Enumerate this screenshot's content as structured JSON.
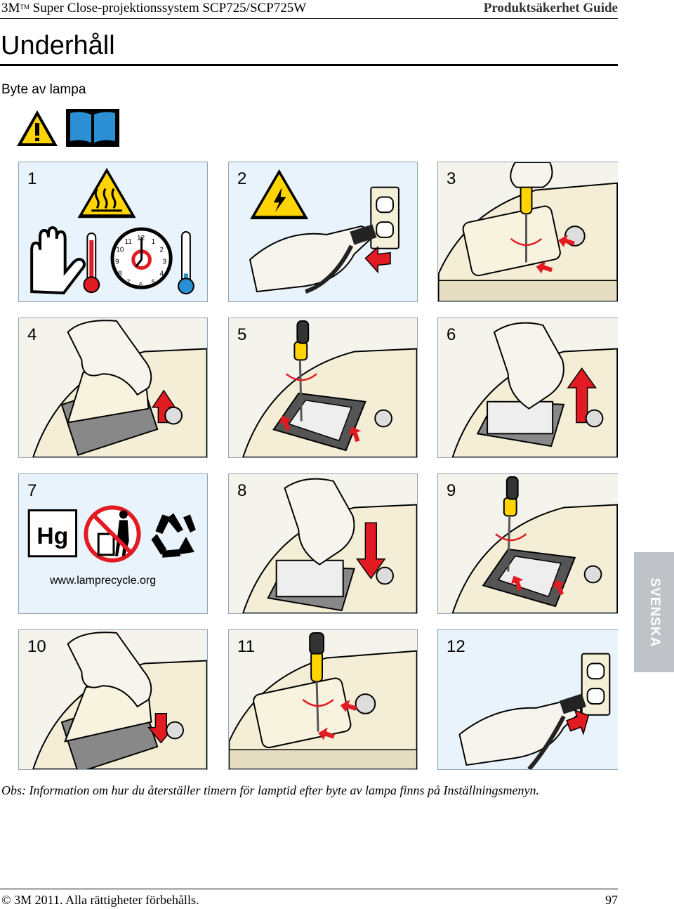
{
  "header": {
    "brand": "3M",
    "trademark": "TM",
    "product": "Super Close-projektionssystem SCP725/SCP725W",
    "guide": "Produktsäkerhet Guide"
  },
  "title": "Underhåll",
  "subtitle": "Byte av lampa",
  "top_icons": [
    "warning-triangle-icon",
    "manual-book-icon"
  ],
  "steps": [
    {
      "num": "1",
      "icons": [
        "hot-surface-icon",
        "hand-stop-icon",
        "hot-thermometer-icon",
        "clock-icon",
        "cold-thermometer-icon"
      ],
      "clock_numbers": [
        "12",
        "1",
        "2",
        "3",
        "4",
        "5",
        "6",
        "7",
        "8",
        "9",
        "10",
        "11"
      ]
    },
    {
      "num": "2",
      "icons": [
        "high-voltage-icon",
        "hand-unplug-icon",
        "wall-outlet-icon"
      ]
    },
    {
      "num": "3",
      "icons": [
        "screwdriver-icon",
        "projector-cover-icon"
      ]
    },
    {
      "num": "4",
      "icons": [
        "hand-lift-cover-icon",
        "arrow-up-icon"
      ]
    },
    {
      "num": "5",
      "icons": [
        "screwdriver-icon",
        "lamp-module-icon"
      ]
    },
    {
      "num": "6",
      "icons": [
        "hand-remove-lamp-icon",
        "arrow-up-icon"
      ]
    },
    {
      "num": "7",
      "icons": [
        "mercury-icon",
        "no-trash-icon",
        "recycle-icon"
      ],
      "mercury_label": "Hg",
      "url": "www.lamprecycle.org"
    },
    {
      "num": "8",
      "icons": [
        "hand-insert-lamp-icon",
        "arrow-down-icon"
      ]
    },
    {
      "num": "9",
      "icons": [
        "screwdriver-icon",
        "lamp-module-icon"
      ]
    },
    {
      "num": "10",
      "icons": [
        "hand-close-cover-icon",
        "arrow-down-icon"
      ]
    },
    {
      "num": "11",
      "icons": [
        "screwdriver-icon",
        "projector-cover-icon"
      ]
    },
    {
      "num": "12",
      "icons": [
        "hand-plug-icon",
        "wall-outlet-icon"
      ]
    }
  ],
  "side_tab": "SVENSKA",
  "note": "Obs: Information om hur du återställer timern för lamptid efter byte av lampa finns på Inställningsmenyn.",
  "footer": {
    "copyright": "© 3M 2011. Alla rättigheter förbehålls.",
    "page": "97"
  },
  "colors": {
    "panel_bg": "#e9f3fb",
    "warning_yellow": "#ffd400",
    "arrow_red": "#e21b23",
    "manual_blue": "#2b8fd6",
    "tab_gray": "#bfc3c8"
  }
}
